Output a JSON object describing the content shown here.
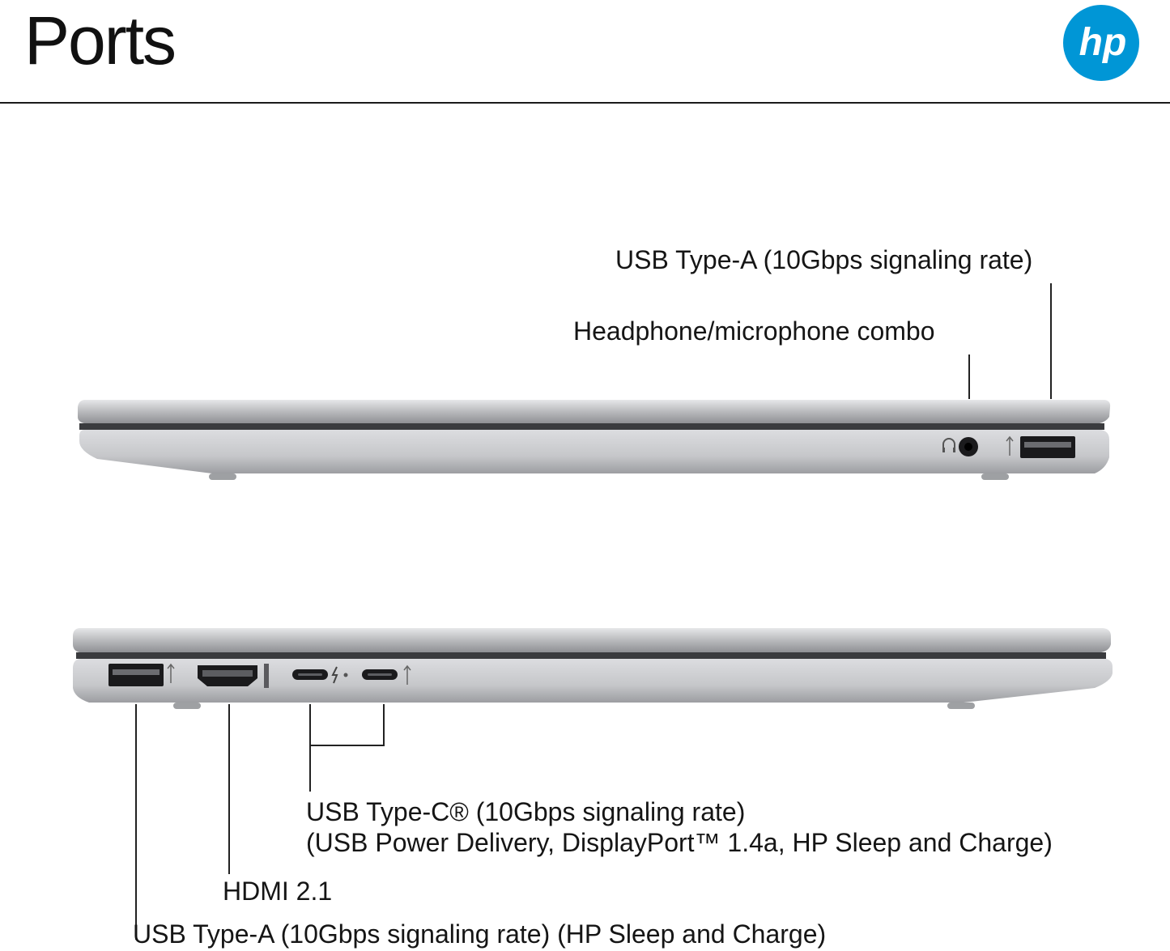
{
  "title": "Ports",
  "logo_text": "hp",
  "colors": {
    "brand": "#0096D6",
    "line": "#222222",
    "rule": "#1a1a1a",
    "chassis": "#c9cacd"
  },
  "right_side": {
    "labels": [
      {
        "text": "USB Type-A (10Gbps signaling rate)"
      },
      {
        "text": "Headphone/microphone combo"
      }
    ]
  },
  "left_side": {
    "labels": [
      {
        "text": "USB Type-C® (10Gbps signaling rate)"
      },
      {
        "text": "(USB Power Delivery, DisplayPort™ 1.4a, HP Sleep and Charge)"
      },
      {
        "text": "HDMI 2.1"
      },
      {
        "text": "USB Type-A (10Gbps signaling rate) (HP Sleep and Charge)"
      }
    ]
  },
  "icons": [
    "hp-logo",
    "headphone-icon",
    "usb-icon",
    "hdmi-icon",
    "thunderbolt-icon",
    "usb-c-icon"
  ]
}
